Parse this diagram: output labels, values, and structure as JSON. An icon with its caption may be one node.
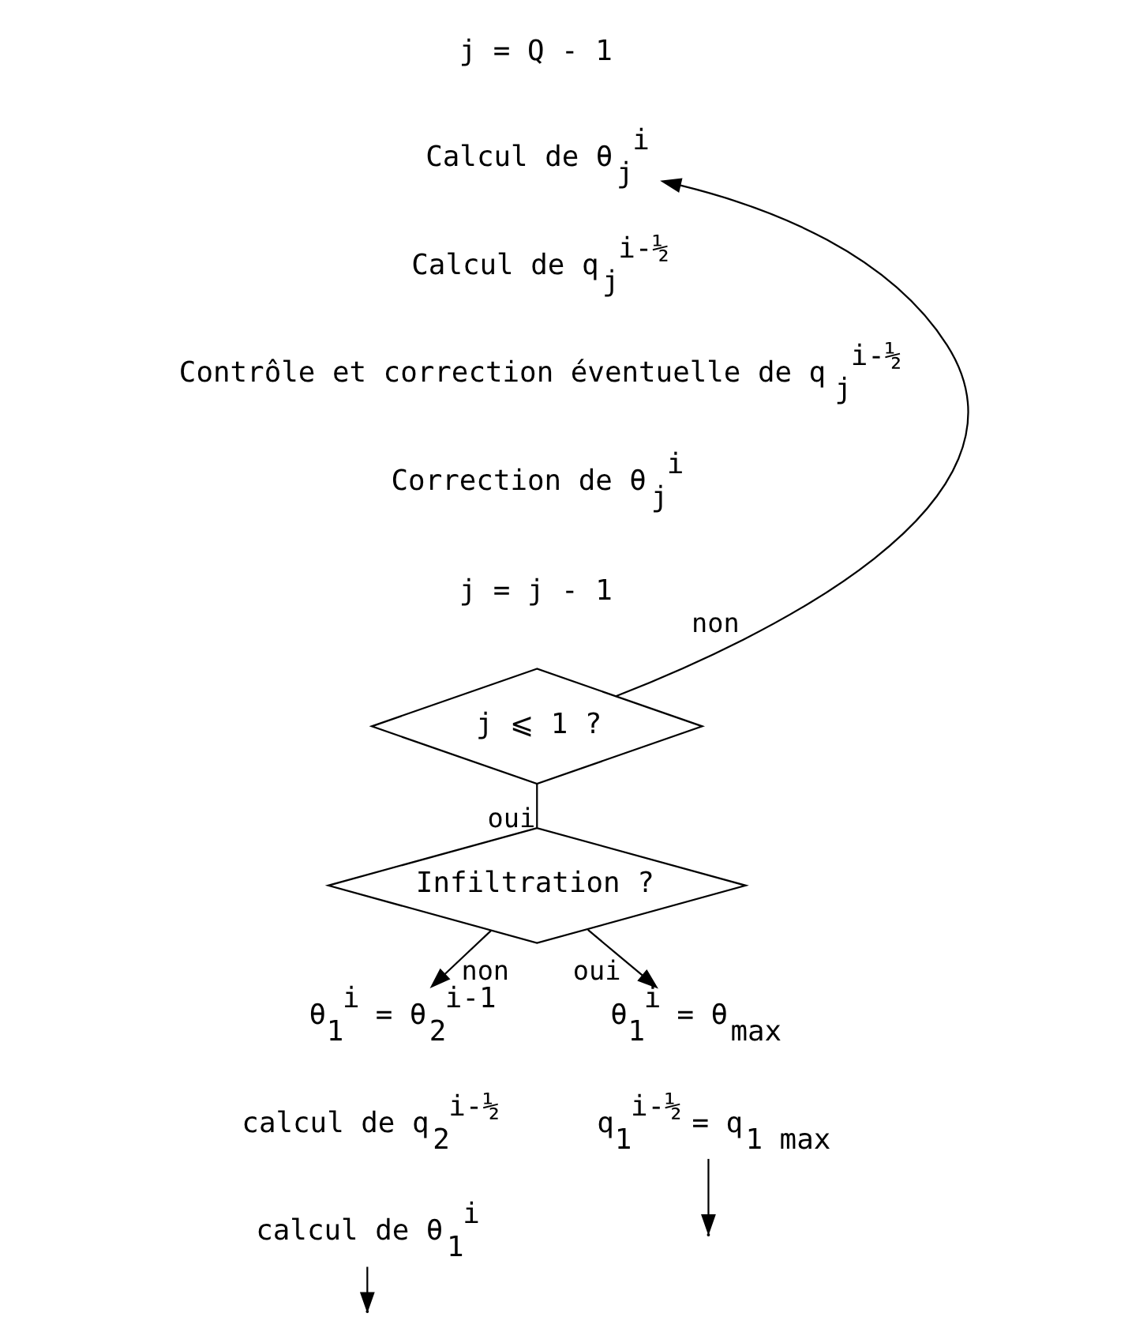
{
  "diagram": {
    "nodes": [
      {
        "text": [
          "j = Q - 1"
        ]
      },
      {
        "text": [
          "Calcul de θ$_{j}$$^{i}$"
        ]
      },
      {
        "text": [
          "Calcul de q$_{j}$$^{i-½}$"
        ]
      },
      {
        "text": [
          "Contrôle et correction éventuelle de q$_{j}$$^{i-½}$"
        ]
      },
      {
        "text": [
          "Correction de θ$_{j}$$^{i}$"
        ]
      },
      {
        "text": [
          "j = j - 1"
        ]
      },
      {
        "text": [
          "j ⩽ 1 ?"
        ]
      },
      {
        "text": [
          "Infiltration ?"
        ]
      },
      {
        "text": [
          "θ$_{1}$$^{i}$ = θ$_{2}$$^{i-1}$"
        ]
      },
      {
        "text": [
          "calcul de q$_{2}$$^{i-½}$"
        ]
      },
      {
        "text": [
          "calcul de θ$_{1}$$^{i}$"
        ]
      },
      {
        "text": [
          "θ$_{1}$$^{i}$ = θ$_{max}$"
        ]
      },
      {
        "text": [
          "q$_{1}$$^{i-½}$ = q$_{1 max}$"
        ]
      }
    ],
    "edges": [
      {
        "from": 6,
        "to": 1,
        "arrow": "to",
        "label": "non"
      },
      {
        "from": 6,
        "to": 7,
        "arrow": "none",
        "label": "oui"
      },
      {
        "from": 7,
        "to": 8,
        "arrow": "to",
        "label": "non"
      },
      {
        "from": 7,
        "to": 11,
        "arrow": "to",
        "label": "oui"
      },
      {
        "from": 12,
        "to": null,
        "arrow": "to"
      },
      {
        "from": 10,
        "to": null,
        "arrow": "to"
      }
    ]
  }
}
